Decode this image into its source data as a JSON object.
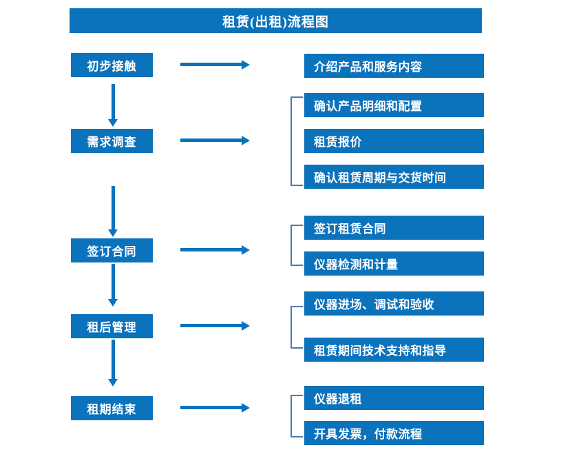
{
  "title": "租赁(出租)流程图",
  "theme": {
    "box_fill": "#0b72bc",
    "box_text": "#ffffff",
    "arrow": "#0b72bc",
    "bracket": "#4a7ab0",
    "background": "#ffffff"
  },
  "stages": [
    {
      "id": "contact",
      "label": "初步接触"
    },
    {
      "id": "survey",
      "label": "需求调查"
    },
    {
      "id": "contract",
      "label": "签订合同"
    },
    {
      "id": "postrent",
      "label": "租后管理"
    },
    {
      "id": "endterm",
      "label": "租期结束"
    }
  ],
  "details": [
    {
      "id": "d1",
      "label": "介绍产品和服务内容"
    },
    {
      "id": "d2",
      "label": "确认产品明细和配置"
    },
    {
      "id": "d3",
      "label": "租赁报价"
    },
    {
      "id": "d4",
      "label": "确认租赁周期与交货时间"
    },
    {
      "id": "d5",
      "label": "签订租赁合同"
    },
    {
      "id": "d6",
      "label": "仪器检测和计量"
    },
    {
      "id": "d7",
      "label": "仪器进场、调试和验收"
    },
    {
      "id": "d8",
      "label": "租赁期间技术支持和指导"
    },
    {
      "id": "d9",
      "label": "仪器退租"
    },
    {
      "id": "d10",
      "label": "开具发票，付款流程"
    }
  ]
}
